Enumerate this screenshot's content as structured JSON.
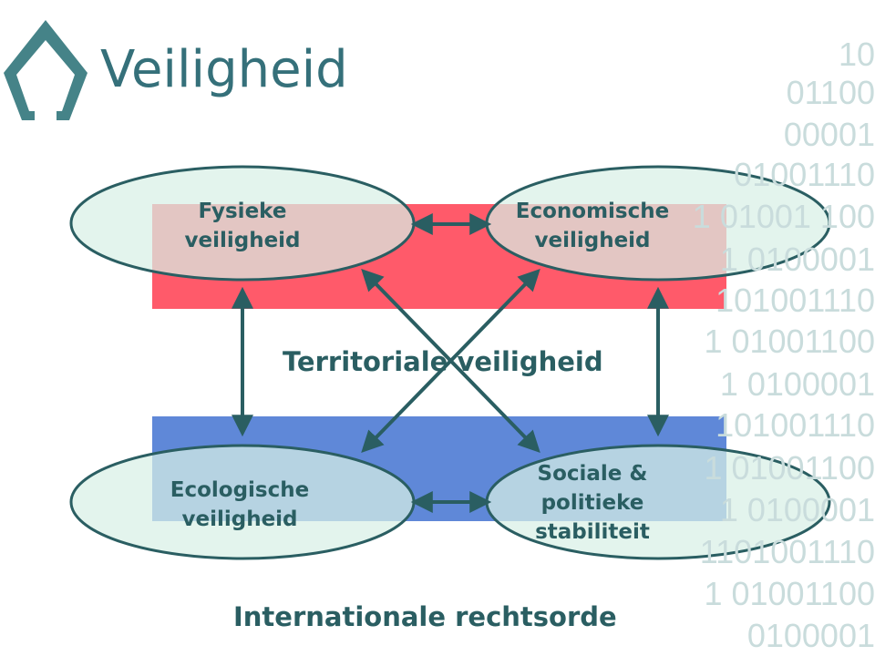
{
  "title": "Veiligheid",
  "binary_background": [
    "10",
    "01100",
    "00001",
    "01001110",
    "1 01001 100",
    "1 0100001",
    "101001110",
    "1 01001100",
    "1 0100001",
    "101001110",
    "1 01001100",
    "1 0100001",
    "1101001110",
    "1 01001100",
    "0100001"
  ],
  "nodes": {
    "fysieke": [
      "Fysieke",
      "veiligheid"
    ],
    "economische": [
      "Economische",
      "veiligheid"
    ],
    "ecologische": [
      "Ecologische",
      "veiligheid"
    ],
    "sociale": [
      "Sociale & politieke",
      "stabiliteit"
    ]
  },
  "territoriale": "Territoriale veiligheid",
  "internationale": "Internationale rechtsorde",
  "colors": {
    "accent": "#2a5e62",
    "red_band": "#ff5a6a",
    "blue_band": "#5f88d8",
    "ellipse": "#d8f0e6"
  }
}
